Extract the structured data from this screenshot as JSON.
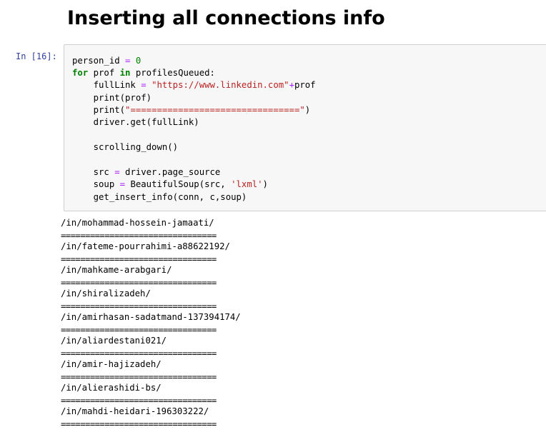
{
  "heading": "Inserting all connections info",
  "cell": {
    "prompt": "In [16]:",
    "code": {
      "l1": {
        "a": "person_id ",
        "b": "=",
        "c": " ",
        "d": "0"
      },
      "l2": {
        "a": "for",
        "b": " prof ",
        "c": "in",
        "d": " profilesQueued:"
      },
      "l3": {
        "a": "    fullLink ",
        "b": "=",
        "c": " ",
        "d": "\"https://www.linkedin.com\"",
        "e": "+",
        "f": "prof"
      },
      "l4": {
        "a": "    print(prof)"
      },
      "l5": {
        "a": "    print(",
        "b": "\"================================\"",
        "c": ")"
      },
      "l6": {
        "a": "    driver.get(fullLink)"
      },
      "l7": {
        "a": "    scrolling_down()"
      },
      "l8": {
        "a": "    src ",
        "b": "=",
        "c": " driver.page_source"
      },
      "l9": {
        "a": "    soup ",
        "b": "=",
        "c": " BeautifulSoup(src, ",
        "d": "'lxml'",
        "e": ")"
      },
      "l10": {
        "a": "    get_insert_info(conn, c,soup)"
      }
    }
  },
  "output": {
    "lines": [
      "/in/mohammad-hossein-jamaati/",
      "================================",
      "/in/fateme-pourrahimi-a88622192/",
      "================================",
      "/in/mahkame-arabgari/",
      "================================",
      "/in/shiralizadeh/",
      "================================",
      "/in/amirhasan-sadatmand-137394174/",
      "================================",
      "/in/aliardestani021/",
      "================================",
      "/in/amir-hajizadeh/",
      "================================",
      "/in/alierashidi-bs/",
      "================================",
      "/in/mahdi-heidari-196303222/",
      "================================"
    ]
  },
  "colors": {
    "keyword": "#008000",
    "operator": "#aa22ff",
    "string": "#ba2121",
    "prompt": "#303f9f",
    "cell_background": "#f7f7f7",
    "cell_border": "#cfcfcf"
  }
}
